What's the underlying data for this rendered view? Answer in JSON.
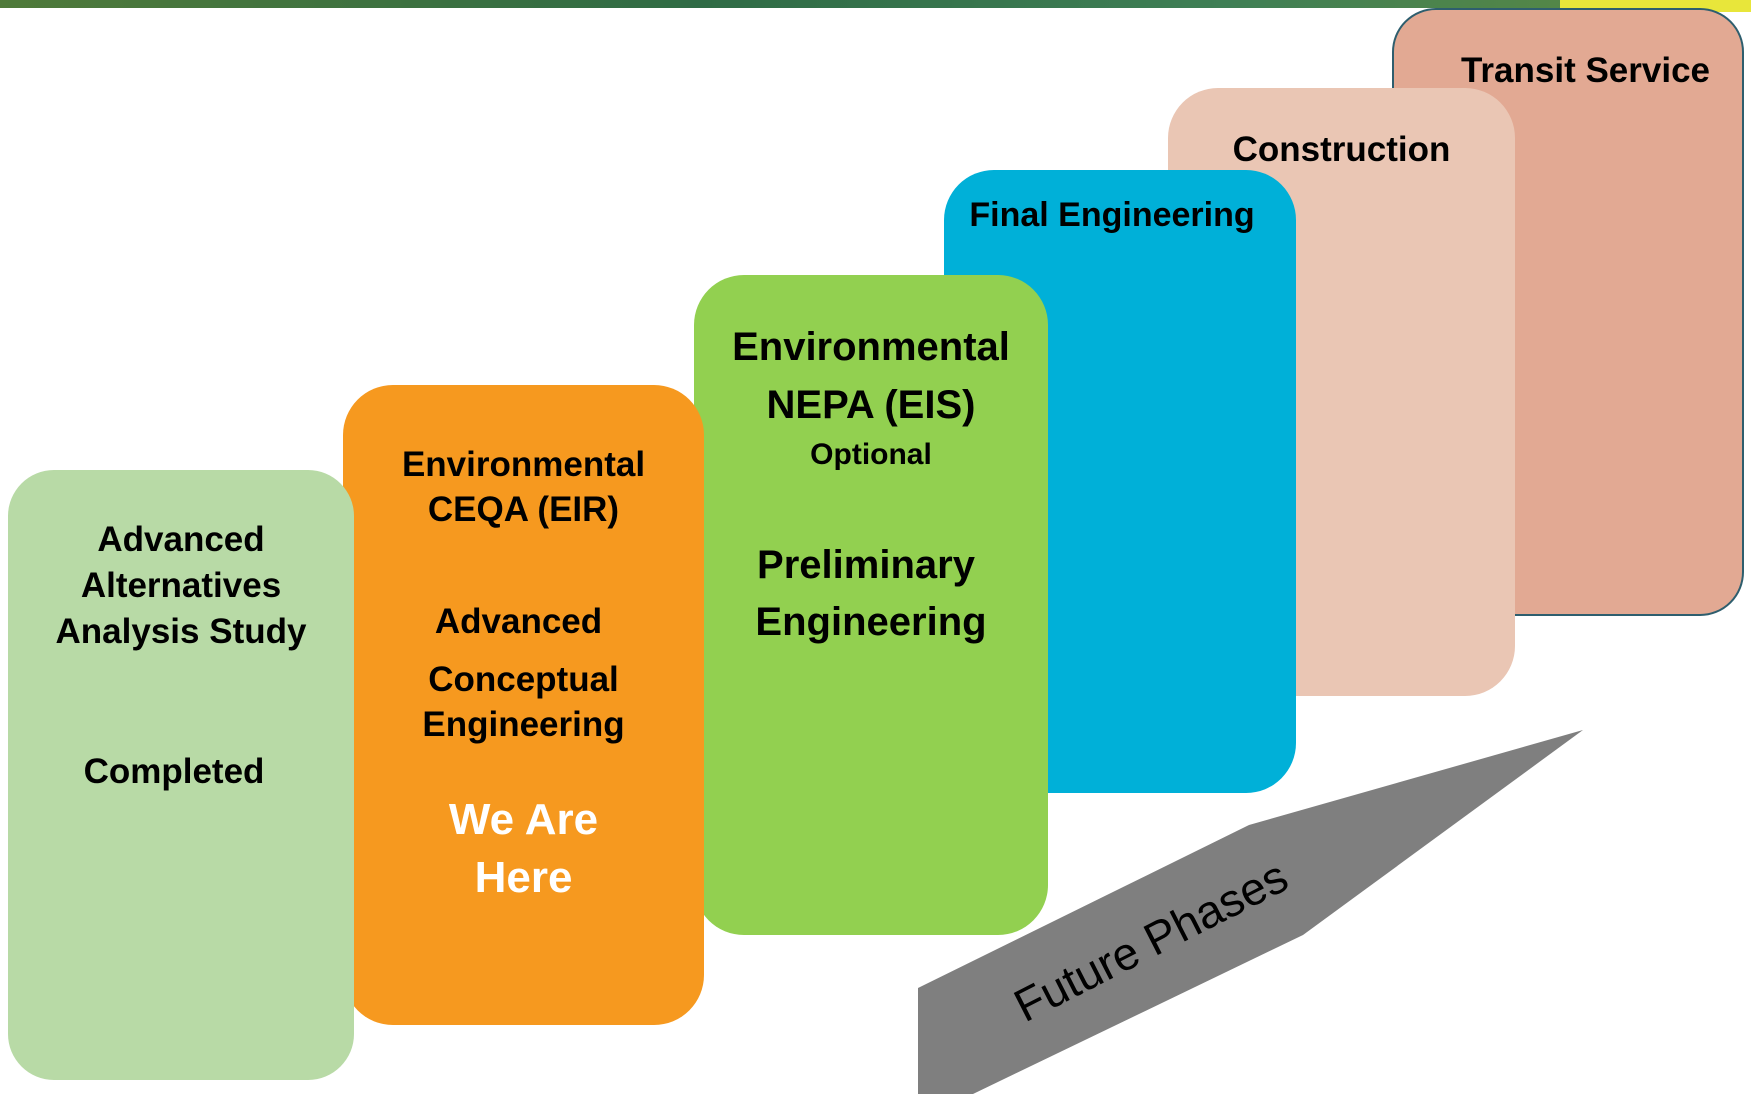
{
  "phases": [
    {
      "id": "alternatives",
      "lines": [
        "Advanced",
        "Alternatives",
        "Analysis Study",
        "Completed"
      ],
      "color": "#b8daa6"
    },
    {
      "id": "ceqa",
      "lines": [
        "Environmental",
        "CEQA (EIR)",
        "Advanced",
        "Conceptual",
        "Engineering",
        "We Are",
        "Here"
      ],
      "color": "#f6991f"
    },
    {
      "id": "nepa",
      "lines": [
        "Environmental",
        "NEPA (EIS)",
        "Optional",
        "Preliminary",
        "Engineering"
      ],
      "color": "#92d050"
    },
    {
      "id": "final-engineering",
      "lines": [
        "Final Engineering"
      ],
      "color": "#00b0d8"
    },
    {
      "id": "construction",
      "lines": [
        "Construction"
      ],
      "color": "#eac6b4"
    },
    {
      "id": "transit-service",
      "lines": [
        "Transit Service"
      ],
      "color": "#e2a993"
    }
  ],
  "arrow": {
    "label": "Future Phases",
    "color": "#7f7f7f"
  }
}
